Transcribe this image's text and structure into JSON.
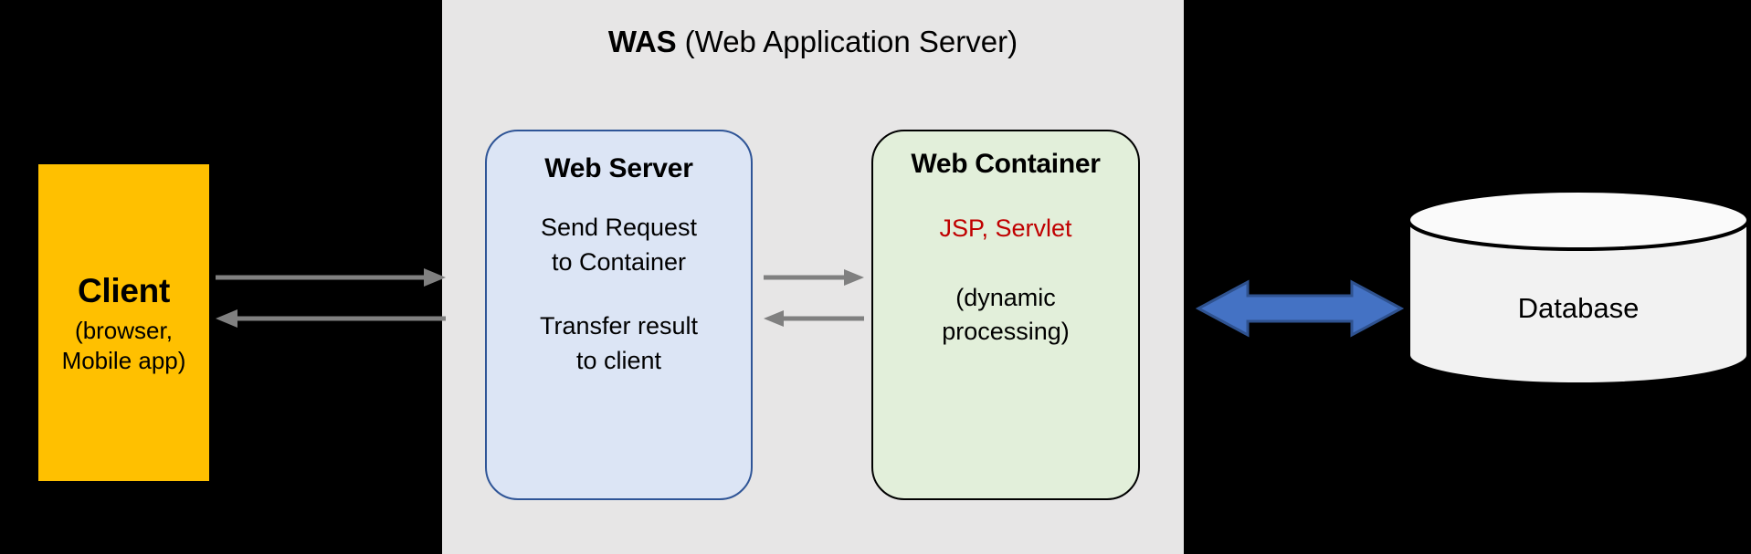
{
  "canvas": {
    "background": "#000000"
  },
  "was_panel": {
    "title_bold": "WAS",
    "title_rest": " (Web Application Server)",
    "background": "#E7E6E6"
  },
  "client": {
    "title": "Client",
    "subtitle_line_1": "(browser,",
    "subtitle_line_2": "Mobile app)",
    "background": "#FFC000"
  },
  "web_server": {
    "title": "Web Server",
    "body_1_line_1": "Send Request",
    "body_1_line_2": "to Container",
    "body_2_line_1": "Transfer result",
    "body_2_line_2": "to client",
    "background": "#DCE5F5",
    "border_color": "#2F5597"
  },
  "web_container": {
    "title": "Web Container",
    "tech": "JSP, Servlet",
    "tech_color": "#C00000",
    "body_line_1": "(dynamic",
    "body_line_2": "processing)",
    "background": "#E2EFDA",
    "border_color": "#000000"
  },
  "database": {
    "label": "Database",
    "fill": "#F2F2F2",
    "border_color": "#000000"
  },
  "connectors": {
    "client_to_server_color": "#808080",
    "server_to_container_color": "#808080",
    "was_to_database_color": "#4472C4",
    "was_to_database_border": "#2F528F"
  }
}
